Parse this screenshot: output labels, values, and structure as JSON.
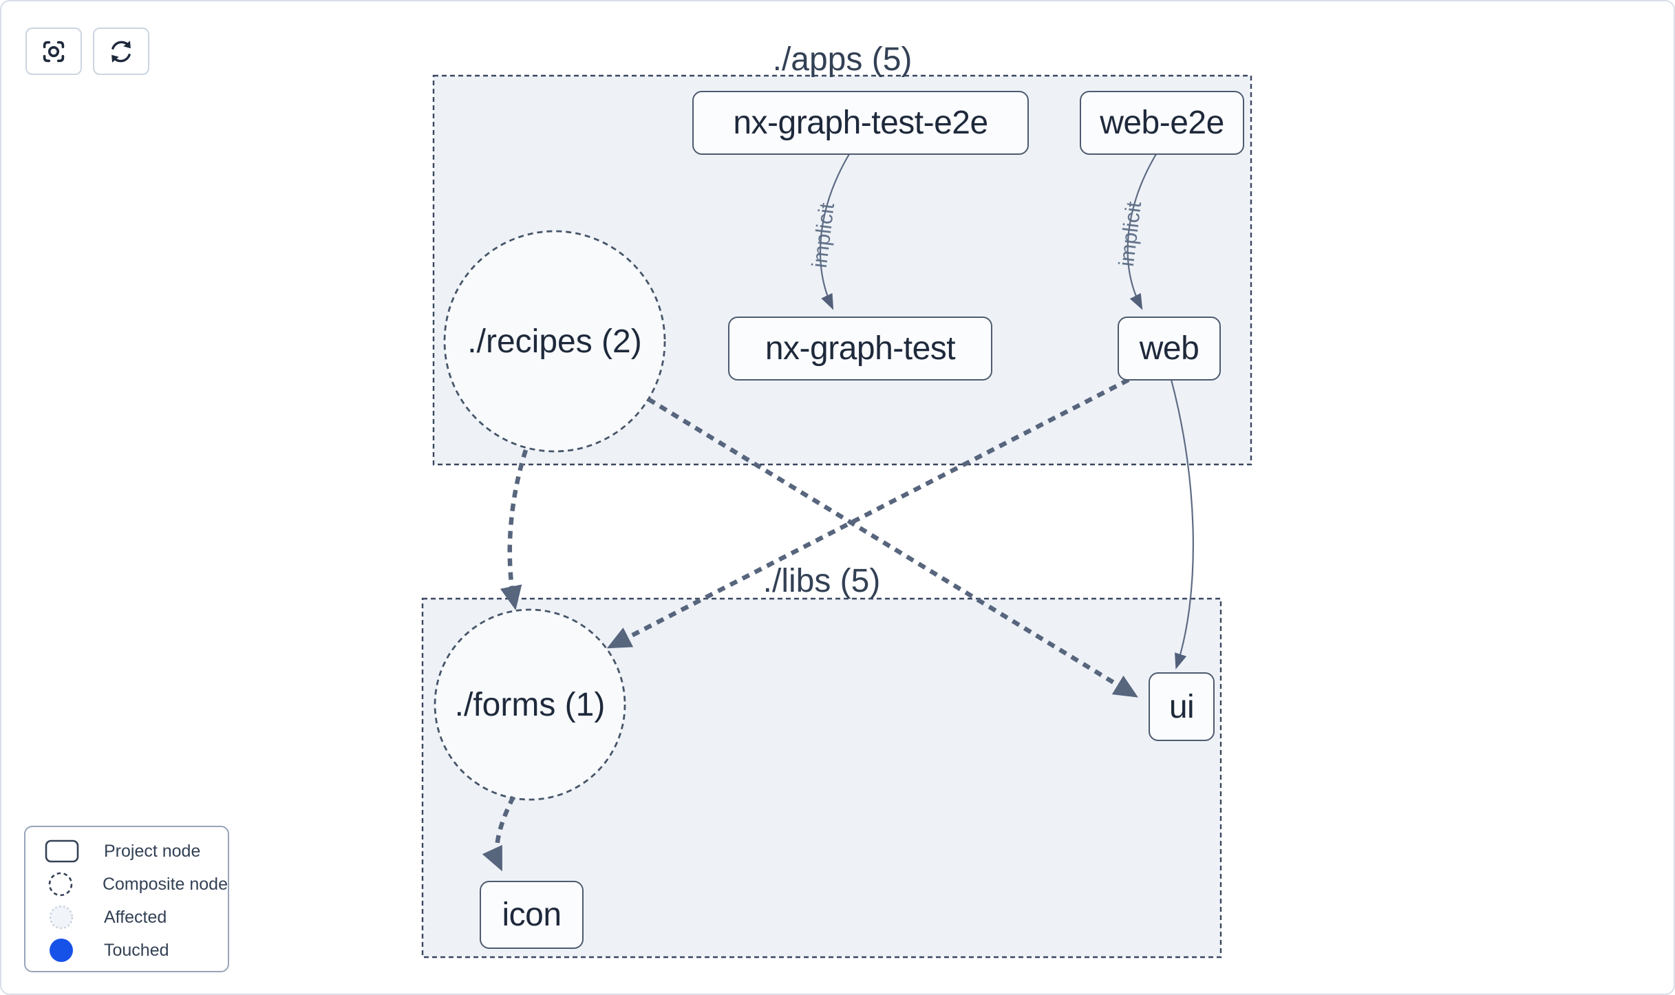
{
  "toolbar": {
    "focus_button": "focus-view",
    "refresh_button": "refresh-graph"
  },
  "groups": {
    "apps": {
      "label": "./apps (5)"
    },
    "libs": {
      "label": "./libs (5)"
    }
  },
  "nodes": {
    "nx_graph_test_e2e": {
      "label": "nx-graph-test-e2e"
    },
    "web_e2e": {
      "label": "web-e2e"
    },
    "nx_graph_test": {
      "label": "nx-graph-test"
    },
    "web": {
      "label": "web"
    },
    "ui": {
      "label": "ui"
    },
    "icon": {
      "label": "icon"
    }
  },
  "composites": {
    "recipes": {
      "label": "./recipes (2)"
    },
    "forms": {
      "label": "./forms (1)"
    }
  },
  "edges": [
    {
      "from": "nx-graph-test-e2e",
      "to": "nx-graph-test",
      "type": "implicit",
      "label": "implicit"
    },
    {
      "from": "web-e2e",
      "to": "web",
      "type": "implicit",
      "label": "implicit"
    },
    {
      "from": "./recipes (2)",
      "to": "./forms (1)",
      "type": "dashed-dependency"
    },
    {
      "from": "./recipes (2)",
      "to": "ui",
      "type": "dashed-dependency"
    },
    {
      "from": "web",
      "to": "./forms (1)",
      "type": "dashed-dependency"
    },
    {
      "from": "web",
      "to": "ui",
      "type": "direct"
    },
    {
      "from": "./forms (1)",
      "to": "icon",
      "type": "dashed-dependency"
    }
  ],
  "legend": {
    "items": [
      {
        "swatch": "project-node-rect",
        "label": "Project node"
      },
      {
        "swatch": "composite-node-circle",
        "label": "Composite node"
      },
      {
        "swatch": "affected-circle",
        "label": "Affected"
      },
      {
        "swatch": "touched-circle",
        "label": "Touched"
      }
    ]
  },
  "colors": {
    "touched_blue": "#1752e8",
    "affected_fill": "#f1f5f9",
    "group_fill": "#eef2f7",
    "edge": "#57657d",
    "node_border": "#4d5a6e",
    "text_dark": "#1e293b",
    "text_slate": "#334155",
    "canvas_border": "#d9dee9"
  }
}
